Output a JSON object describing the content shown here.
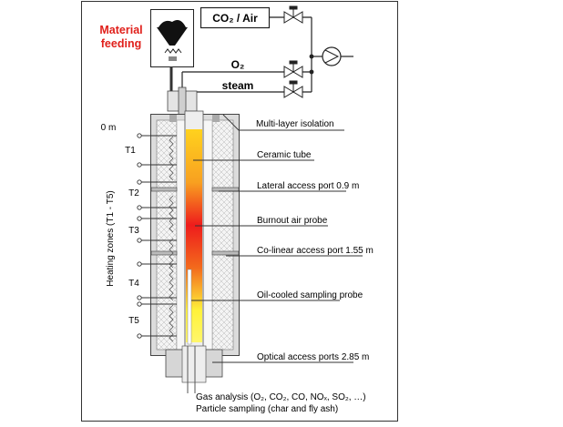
{
  "title_feed": [
    "Material",
    "feeding"
  ],
  "gas_inlets": {
    "co2_air": "CO₂ / Air",
    "o2": "O₂",
    "steam": "steam"
  },
  "axis": {
    "zero_label": "0 m",
    "heating_zones_label": "Heating zones (T1 - T5)"
  },
  "zones": [
    "T1",
    "T2",
    "T3",
    "T4",
    "T5"
  ],
  "callouts": {
    "isolation": "Multi-layer isolation",
    "ceramic": "Ceramic tube",
    "lateral": "Lateral access port 0.9 m",
    "burnout": "Burnout air probe",
    "colinear": "Co-linear access port 1.55 m",
    "oil_probe": "Oil-cooled sampling probe",
    "optical": "Optical access ports 2.85 m"
  },
  "bottom": {
    "gas_analysis": "Gas analysis (O₂, CO₂, CO, NOₓ, SO₂, …)",
    "particle": "Particle sampling (char and fly ash)"
  },
  "colors": {
    "feed_red": "#e0201b",
    "flame_top": "#ffd21e",
    "flame_mid": "#ee1c1c",
    "flame_bottom": "#fff23a"
  }
}
